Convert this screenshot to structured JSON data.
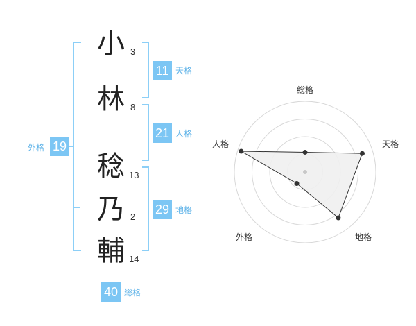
{
  "name": {
    "chars": [
      {
        "char": "小",
        "strokes": "3"
      },
      {
        "char": "林",
        "strokes": "8"
      },
      {
        "char": "稔",
        "strokes": "13"
      },
      {
        "char": "乃",
        "strokes": "2"
      },
      {
        "char": "輔",
        "strokes": "14"
      }
    ]
  },
  "kakusu": {
    "tenkaku": {
      "value": "11",
      "label": "天格"
    },
    "jinkaku": {
      "value": "21",
      "label": "人格"
    },
    "chikaku": {
      "value": "29",
      "label": "地格"
    },
    "gaikaku": {
      "value": "19",
      "label": "外格"
    },
    "soukaku": {
      "value": "40",
      "label": "総格"
    }
  },
  "radar": {
    "axes": [
      "総格",
      "天格",
      "地格",
      "外格",
      "人格"
    ],
    "levels": 4,
    "values": [
      0.28,
      0.85,
      0.8,
      0.2,
      0.95
    ],
    "colors": {
      "fill": "#efefef",
      "stroke": "#333333",
      "grid": "#d8d8d8",
      "center": "#c8c8c8"
    }
  }
}
